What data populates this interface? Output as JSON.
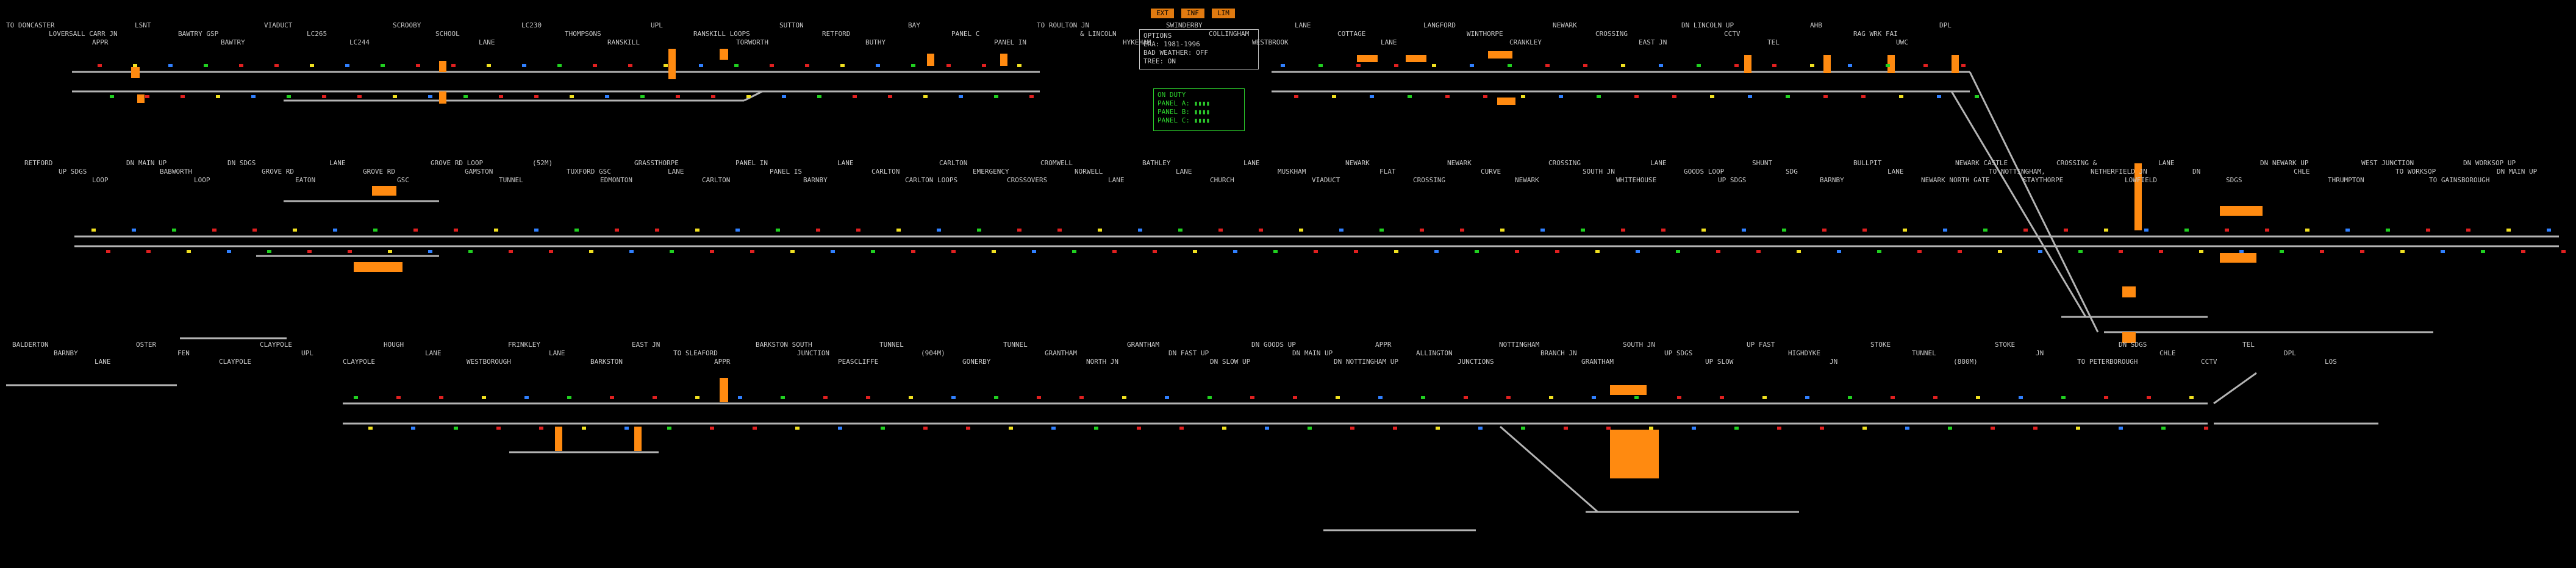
{
  "buttons": [
    "EXT",
    "INF",
    "LIM"
  ],
  "options_panel": {
    "title": "OPTIONS",
    "lines": [
      "ERA: 1981-1996",
      "BAD WEATHER: OFF",
      "TREE: ON"
    ]
  },
  "on_duty_panel": {
    "title": "ON DUTY",
    "lines": [
      "PANEL A:",
      "PANEL B:",
      "PANEL C:"
    ]
  },
  "colors": {
    "track": "#b4b4b4",
    "platform": "#ff8a10",
    "signal_red": "#e02020",
    "signal_green": "#20d020",
    "signal_yellow": "#f0e020",
    "text": "#c8c8c8",
    "panel_green": "#2dd12d",
    "magenta": "#e040e0",
    "berth_blue": "#3080ff"
  },
  "top_labels": [
    "TO DONCASTER",
    "LOVERSALL CARR JN",
    "APPR",
    "LSNT",
    "BAWTRY GSP",
    "BAWTRY",
    "VIADUCT",
    "LC265",
    "LC244",
    "SCROOBY",
    "SCHOOL",
    "LANE",
    "LC230",
    "THOMPSONS",
    "RANSKILL",
    "UPL",
    "RANSKILL LOOPS",
    "TORWORTH",
    "SUTTON",
    "RETFORD",
    "BUTHY",
    "BAY",
    "PANEL C",
    "PANEL IN",
    "TO ROULTON JN",
    "& LINCOLN",
    "HYKEHAM",
    "SWINDERBY",
    "COLLINGHAM",
    "WESTBROOK",
    "LANE",
    "COTTAGE",
    "LANE",
    "LANGFORD",
    "WINTHORPE",
    "CRANKLEY",
    "NEWARK",
    "CROSSING",
    "EAST JN",
    "DN LINCOLN UP",
    "CCTV",
    "TEL",
    "AHB",
    "RAG WRK FAI",
    "UWC",
    "DPL"
  ],
  "mid_labels": [
    "RETFORD",
    "UP SDGS",
    "LOOP",
    "DN MAIN UP",
    "BABWORTH",
    "LOOP",
    "DN SDGS",
    "GROVE RD",
    "EATON",
    "LANE",
    "GROVE RD",
    "GSC",
    "GROVE RD LOOP",
    "GAMSTON",
    "TUNNEL",
    "(52M)",
    "TUXFORD GSC",
    "EDMONTON",
    "GRASSTHORPE",
    "LANE",
    "CARLTON",
    "PANEL IN",
    "PANEL IS",
    "BARNBY",
    "LANE",
    "CARLTON",
    "CARLTON LOOPS",
    "CARLTON",
    "EMERGENCY",
    "CROSSOVERS",
    "CROMWELL",
    "NORWELL",
    "LANE",
    "BATHLEY",
    "LANE",
    "CHURCH",
    "LANE",
    "MUSKHAM",
    "VIADUCT",
    "NEWARK",
    "FLAT",
    "CROSSING",
    "NEWARK",
    "CURVE",
    "NEWARK",
    "CROSSING",
    "SOUTH JN",
    "WHITEHOUSE",
    "LANE",
    "GOODS LOOP",
    "UP SDGS",
    "SHUNT",
    "SDG",
    "BARNBY",
    "BULLPIT",
    "LANE",
    "NEWARK NORTH GATE",
    "NEWARK CASTLE",
    "TO NOTTINGHAM,",
    "STAYTHORPE",
    "CROSSING &",
    "NETHERFIELD JN",
    "LOWFIELD",
    "LANE",
    "DN",
    "SDGS",
    "DN NEWARK UP",
    "CHLE",
    "THRUMPTON",
    "WEST JUNCTION",
    "TO WORKSOP",
    "TO GAINSBOROUGH",
    "DN WORKSOP UP",
    "DN MAIN UP"
  ],
  "bottom_labels": [
    "BALDERTON",
    "BARNBY",
    "LANE",
    "OSTER",
    "FEN",
    "CLAYPOLE",
    "CLAYPOLE",
    "UPL",
    "CLAYPOLE",
    "HOUGH",
    "LANE",
    "WESTBOROUGH",
    "FRINKLEY",
    "LANE",
    "BARKSTON",
    "EAST JN",
    "TO SLEAFORD",
    "APPR",
    "BARKSTON SOUTH",
    "JUNCTION",
    "PEASCLIFFE",
    "TUNNEL",
    "(904M)",
    "GONERBY",
    "TUNNEL",
    "GRANTHAM",
    "NORTH JN",
    "GRANTHAM",
    "DN FAST UP",
    "DN SLOW UP",
    "DN GOODS UP",
    "DN MAIN UP",
    "DN NOTTINGHAM UP",
    "APPR",
    "ALLINGTON",
    "JUNCTIONS",
    "NOTTINGHAM",
    "BRANCH JN",
    "GRANTHAM",
    "SOUTH JN",
    "UP SDGS",
    "UP SLOW",
    "UP FAST",
    "HIGHDYKE",
    "JN",
    "STOKE",
    "TUNNEL",
    "(880M)",
    "STOKE",
    "JN",
    "TO PETERBOROUGH",
    "DN SDGS",
    "CHLE",
    "CCTV",
    "TEL",
    "DPL",
    "LOS"
  ]
}
